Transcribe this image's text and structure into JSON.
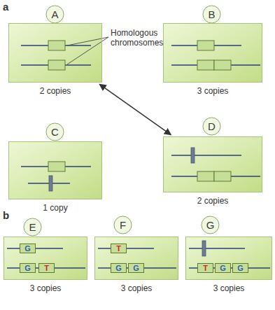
{
  "diagram": {
    "nodes": [
      {
        "text": [
          "A"
        ]
      },
      {
        "text": [
          "2 copies"
        ]
      },
      {
        "text": [
          "B"
        ]
      },
      {
        "text": [
          "3 copies"
        ]
      },
      {
        "text": [
          "C"
        ]
      },
      {
        "text": [
          "1 copy"
        ]
      },
      {
        "text": [
          "D"
        ]
      },
      {
        "text": [
          "2 copies"
        ]
      },
      {
        "text": [
          "E"
        ]
      },
      {
        "text": [
          "3 copies"
        ]
      },
      {
        "text": [
          "G"
        ],
        "in": 9
      },
      {
        "text": [
          "G"
        ],
        "in": 9
      },
      {
        "text": [
          "T"
        ],
        "in": 9
      },
      {
        "text": [
          "F"
        ]
      },
      {
        "text": [
          "3 copies"
        ]
      },
      {
        "text": [
          "T"
        ],
        "in": 14
      },
      {
        "text": [
          "G"
        ],
        "in": 14
      },
      {
        "text": [
          "G"
        ],
        "in": 14
      },
      {
        "text": [
          "G"
        ]
      },
      {
        "text": [
          "3 copies"
        ]
      },
      {
        "text": [
          "T"
        ],
        "in": 19
      },
      {
        "text": [
          "G"
        ],
        "in": 19
      },
      {
        "text": [
          "G"
        ],
        "in": 19
      }
    ],
    "edges": [
      {
        "from": 1,
        "to": 7,
        "arrow": "both"
      }
    ],
    "labels": [
      "a",
      "Homologous chromosomes",
      "b"
    ]
  }
}
